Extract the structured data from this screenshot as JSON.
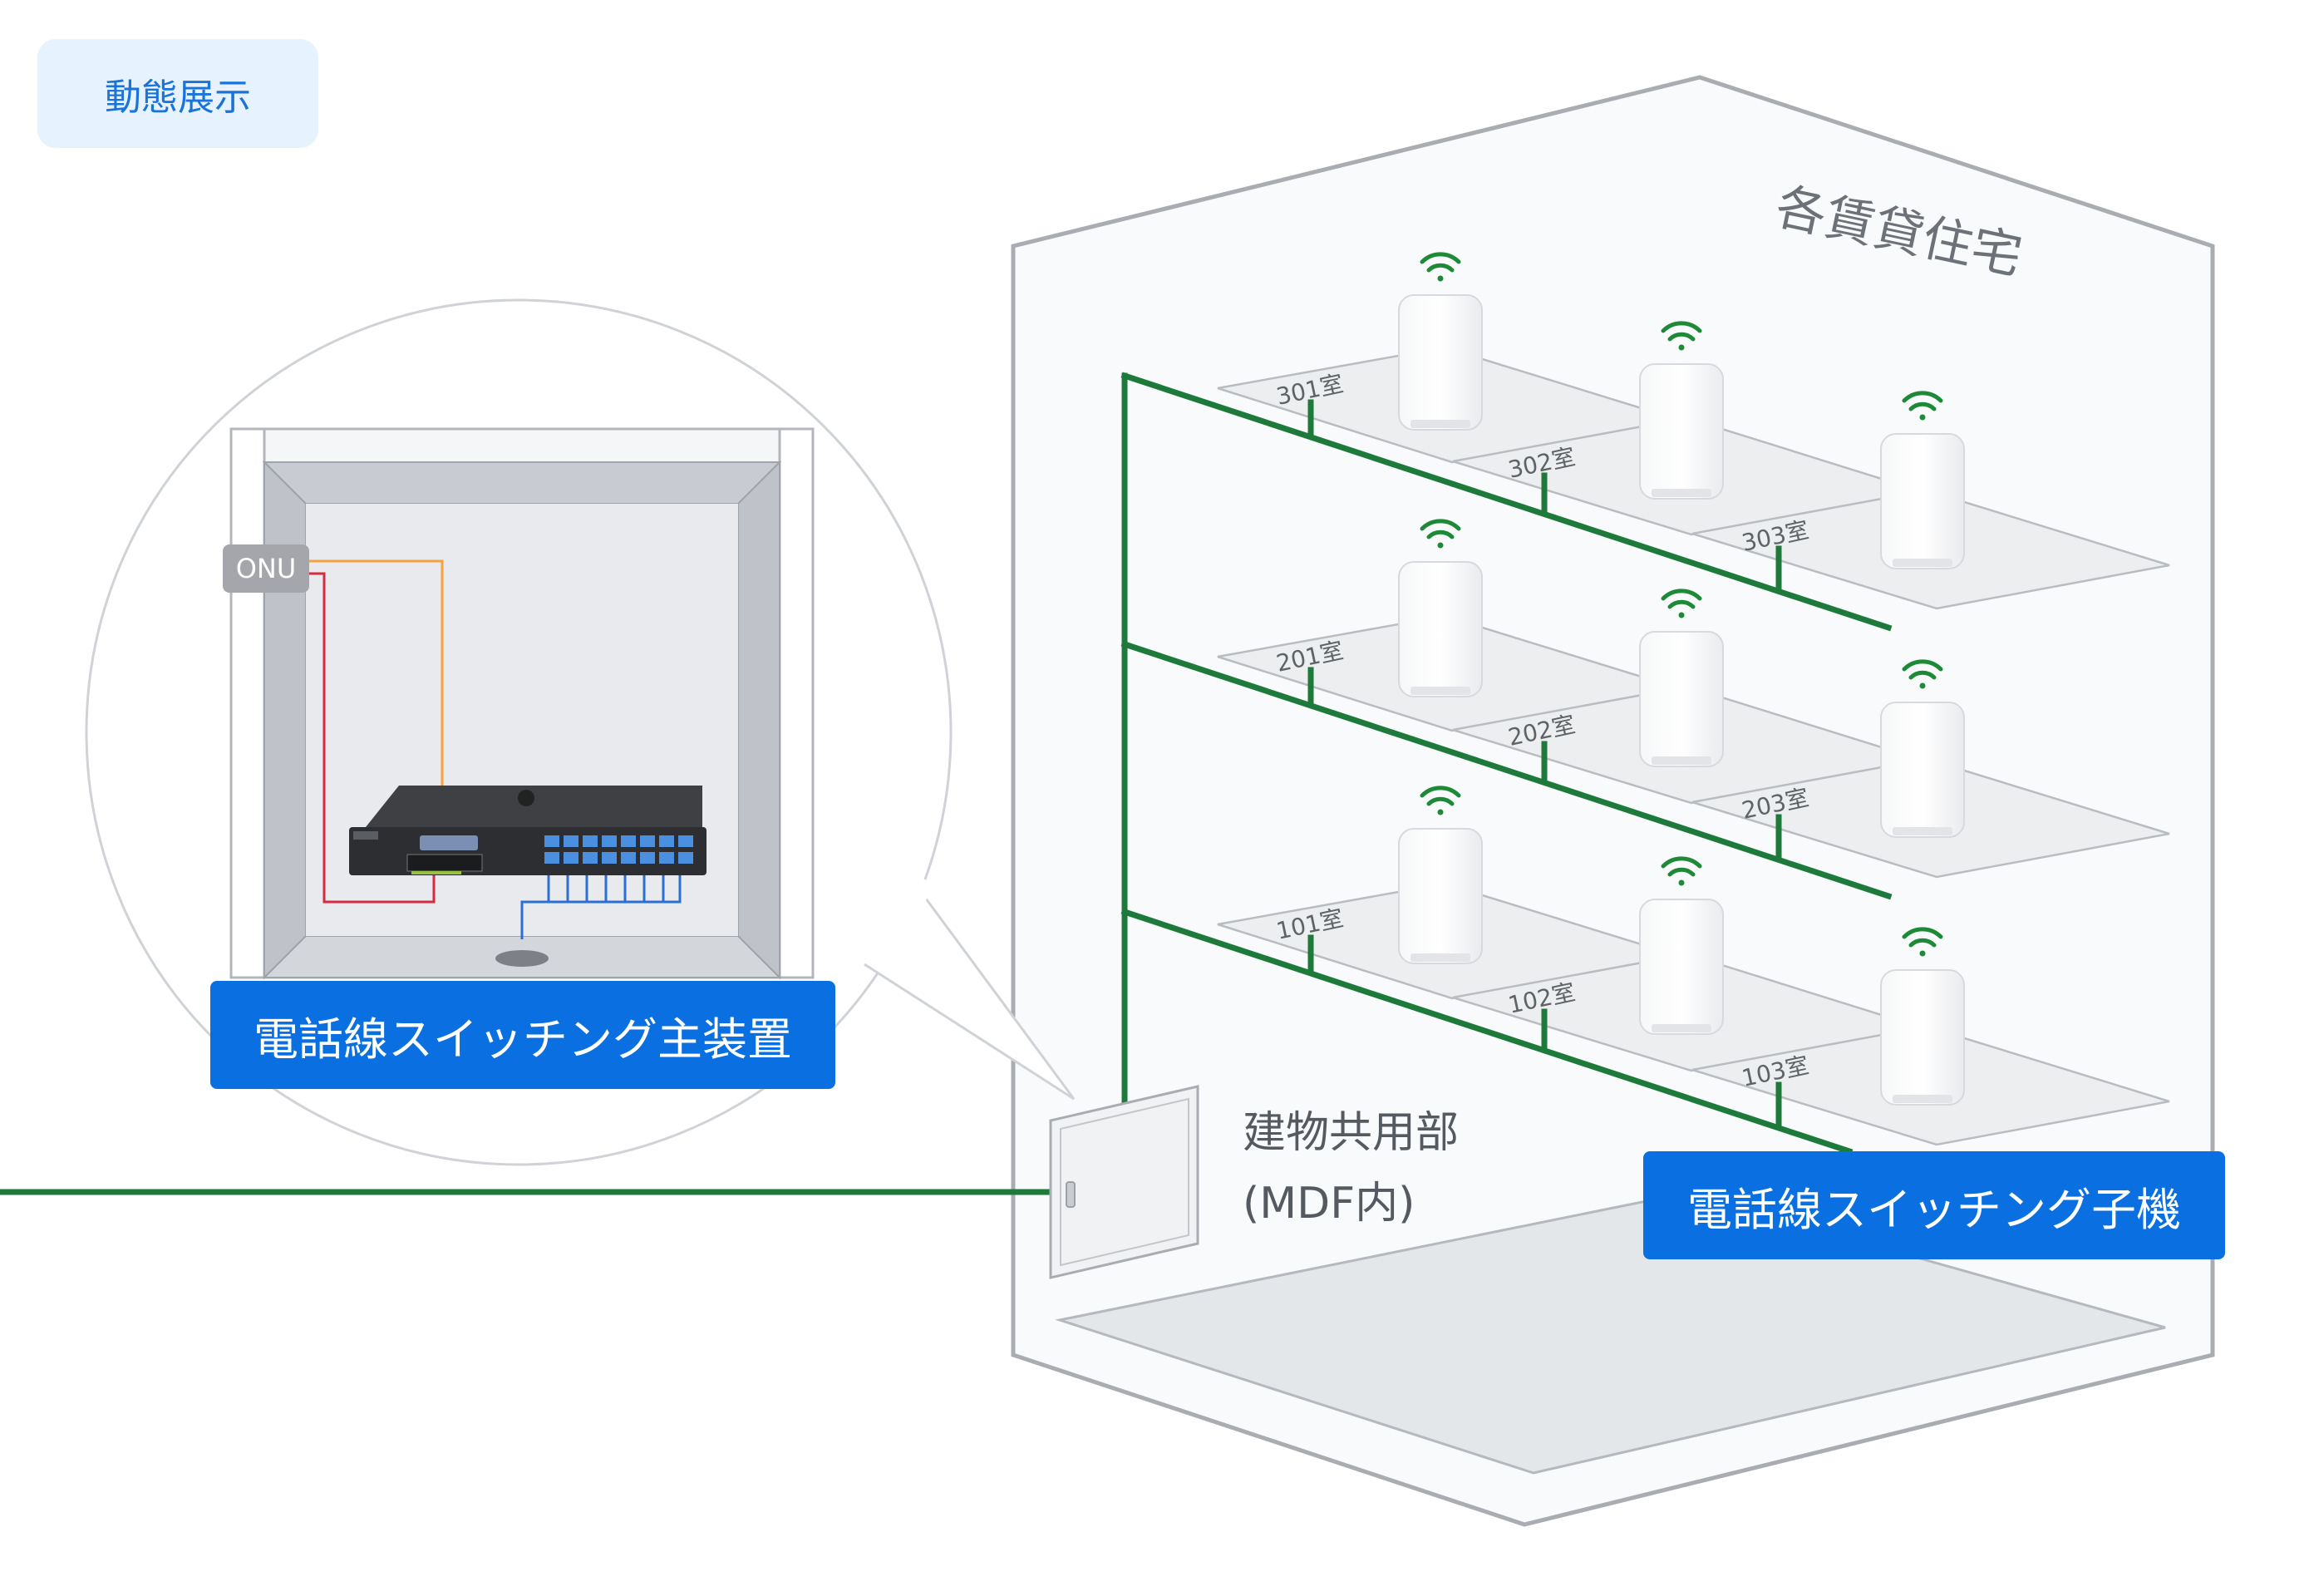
{
  "badge": {
    "label": "動態展示"
  },
  "building": {
    "title": "各賃貸住宅"
  },
  "mdf": {
    "line1": "建物共用部",
    "line2": "(MDF内)"
  },
  "main_device": {
    "label": "電話線スイッチング主装置"
  },
  "sub_device": {
    "label": "電話線スイッチング子機"
  },
  "onu": {
    "label": "ONU"
  },
  "rooms": [
    {
      "id": "301",
      "label": "301室"
    },
    {
      "id": "302",
      "label": "302室"
    },
    {
      "id": "303",
      "label": "303室"
    },
    {
      "id": "201",
      "label": "201室"
    },
    {
      "id": "202",
      "label": "202室"
    },
    {
      "id": "203",
      "label": "203室"
    },
    {
      "id": "101",
      "label": "101室"
    },
    {
      "id": "102",
      "label": "102室"
    },
    {
      "id": "103",
      "label": "103室"
    }
  ],
  "colors": {
    "green_line": "#1e7a3a",
    "wifi": "#1e8a38",
    "blue_label": "#0a6fe0",
    "badge_bg": "#e6f2fd",
    "badge_text": "#1a73d9",
    "cable_orange": "#f5a341",
    "cable_red": "#d52b3c",
    "cable_blue": "#2a6fd6"
  }
}
